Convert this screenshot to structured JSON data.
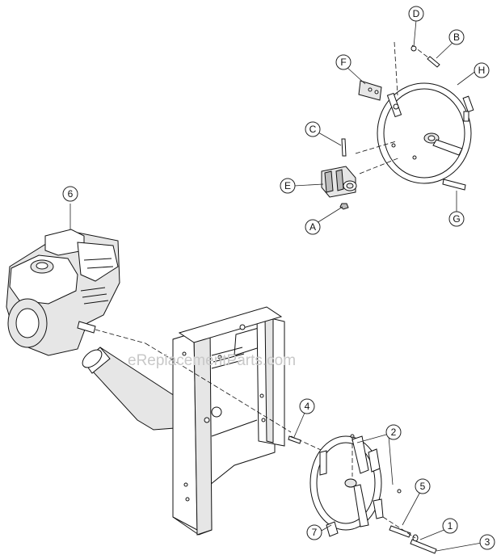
{
  "watermark": "eReplacementParts.com",
  "callouts": {
    "A": "A",
    "B": "B",
    "C": "C",
    "D": "D",
    "E": "E",
    "F": "F",
    "G": "G",
    "H": "H",
    "n1": "1",
    "n2": "2",
    "n3": "3",
    "n4": "4",
    "n5": "5",
    "n6": "6",
    "n7": "7"
  }
}
